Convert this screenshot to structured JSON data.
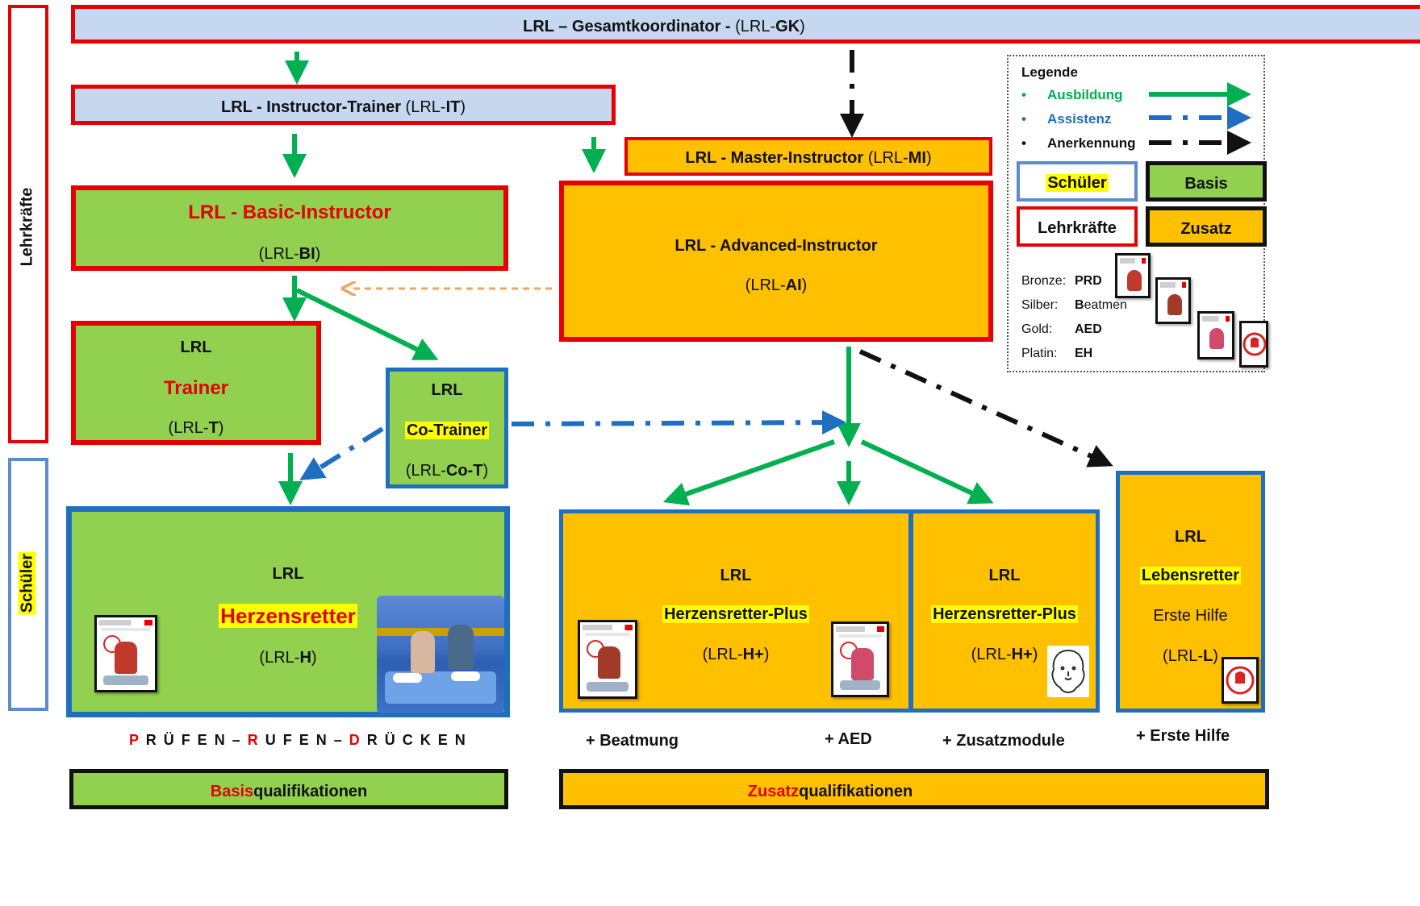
{
  "side_labels": {
    "teachers": "Lehrkräfte",
    "students": "Schüler"
  },
  "gk": {
    "pre": "LRL – Gesamtkoordinator -",
    "paren_open": " (LRL-",
    "abbr": "GK",
    "paren_close": ")"
  },
  "it": {
    "pre": "LRL - Instructor-Trainer",
    "paren_open": " (LRL-",
    "abbr": "IT",
    "paren_close": ")"
  },
  "mi": {
    "pre": "LRL - Master-Instructor",
    "paren_open": " (LRL-",
    "abbr": "MI",
    "paren_close": ")"
  },
  "bi": {
    "title": "LRL - Basic-Instructor",
    "paren_open": "(LRL-",
    "abbr": "BI",
    "paren_close": ")"
  },
  "ai": {
    "title": "LRL - Advanced-Instructor",
    "paren_open": "(LRL-",
    "abbr": "AI",
    "paren_close": ")"
  },
  "trainer": {
    "line1": "LRL",
    "title": "Trainer",
    "paren_open": "(LRL-",
    "abbr": "T",
    "paren_close": ")"
  },
  "cotrainer": {
    "line1": "LRL",
    "title": "Co-Trainer",
    "paren_open": "(LRL-",
    "abbr": "Co-T",
    "paren_close": ")"
  },
  "herzensretter": {
    "line1": "LRL",
    "title": "Herzensretter",
    "paren_open": "(LRL-",
    "abbr": "H",
    "paren_close": ")"
  },
  "hplus1": {
    "line1": "LRL",
    "title": "Herzensretter-Plus",
    "paren_open": "(LRL-",
    "abbr": "H+",
    "paren_close": ")"
  },
  "hplus2": {
    "line1": "LRL",
    "title": "Herzensretter-Plus",
    "paren_open": "(LRL-",
    "abbr": "H+",
    "paren_close": ")"
  },
  "lebensretter": {
    "line1": "LRL",
    "title": "Lebensretter",
    "line3": "Erste Hilfe",
    "paren_open": "(LRL-",
    "abbr": "L",
    "paren_close": ")"
  },
  "motto": {
    "p": "P",
    "p_rest": " R Ü F E N – ",
    "r": "R",
    "r_rest": " U F E N – ",
    "d": "D",
    "d_rest": " R Ü C K E N"
  },
  "addons": {
    "beatmung": "+ Beatmung",
    "aed": "+ AED",
    "zusatzmodule": "+ Zusatzmodule",
    "erste_hilfe": "+ Erste Hilfe"
  },
  "footer": {
    "basis_red": "Basis",
    "basis_rest": "qualifikationen",
    "zusatz_red": "Zusatz",
    "zusatz_rest": "qualifikationen"
  },
  "legend": {
    "title": "Legende",
    "items": [
      {
        "bullet": "•",
        "label": "Ausbildung",
        "color": "#00b050"
      },
      {
        "bullet": "•",
        "label": "Assistenz",
        "color": "#1f6fc0"
      },
      {
        "bullet": "•",
        "label": "Anerkennung",
        "color": "#111111"
      }
    ],
    "swatch_schueler": "Schüler",
    "swatch_basis": "Basis",
    "swatch_lehrkraefte": "Lehrkräfte",
    "swatch_zusatz": "Zusatz",
    "levels": [
      {
        "name": "Bronze:",
        "bold": "PRD",
        "rest": ""
      },
      {
        "name": "Silber:",
        "bold": "B",
        "rest": "eatmen"
      },
      {
        "name": "Gold:",
        "bold": "AED",
        "rest": ""
      },
      {
        "name": "Platin:",
        "bold": "EH",
        "rest": ""
      }
    ]
  },
  "colors": {
    "red": "#e60000",
    "blue": "#1f6fc0",
    "green_box": "#92d050",
    "orange_box": "#ffc000",
    "light_blue_box": "#c5d8ef",
    "arrow_green": "#00b050",
    "arrow_orange": "#f4a460"
  }
}
